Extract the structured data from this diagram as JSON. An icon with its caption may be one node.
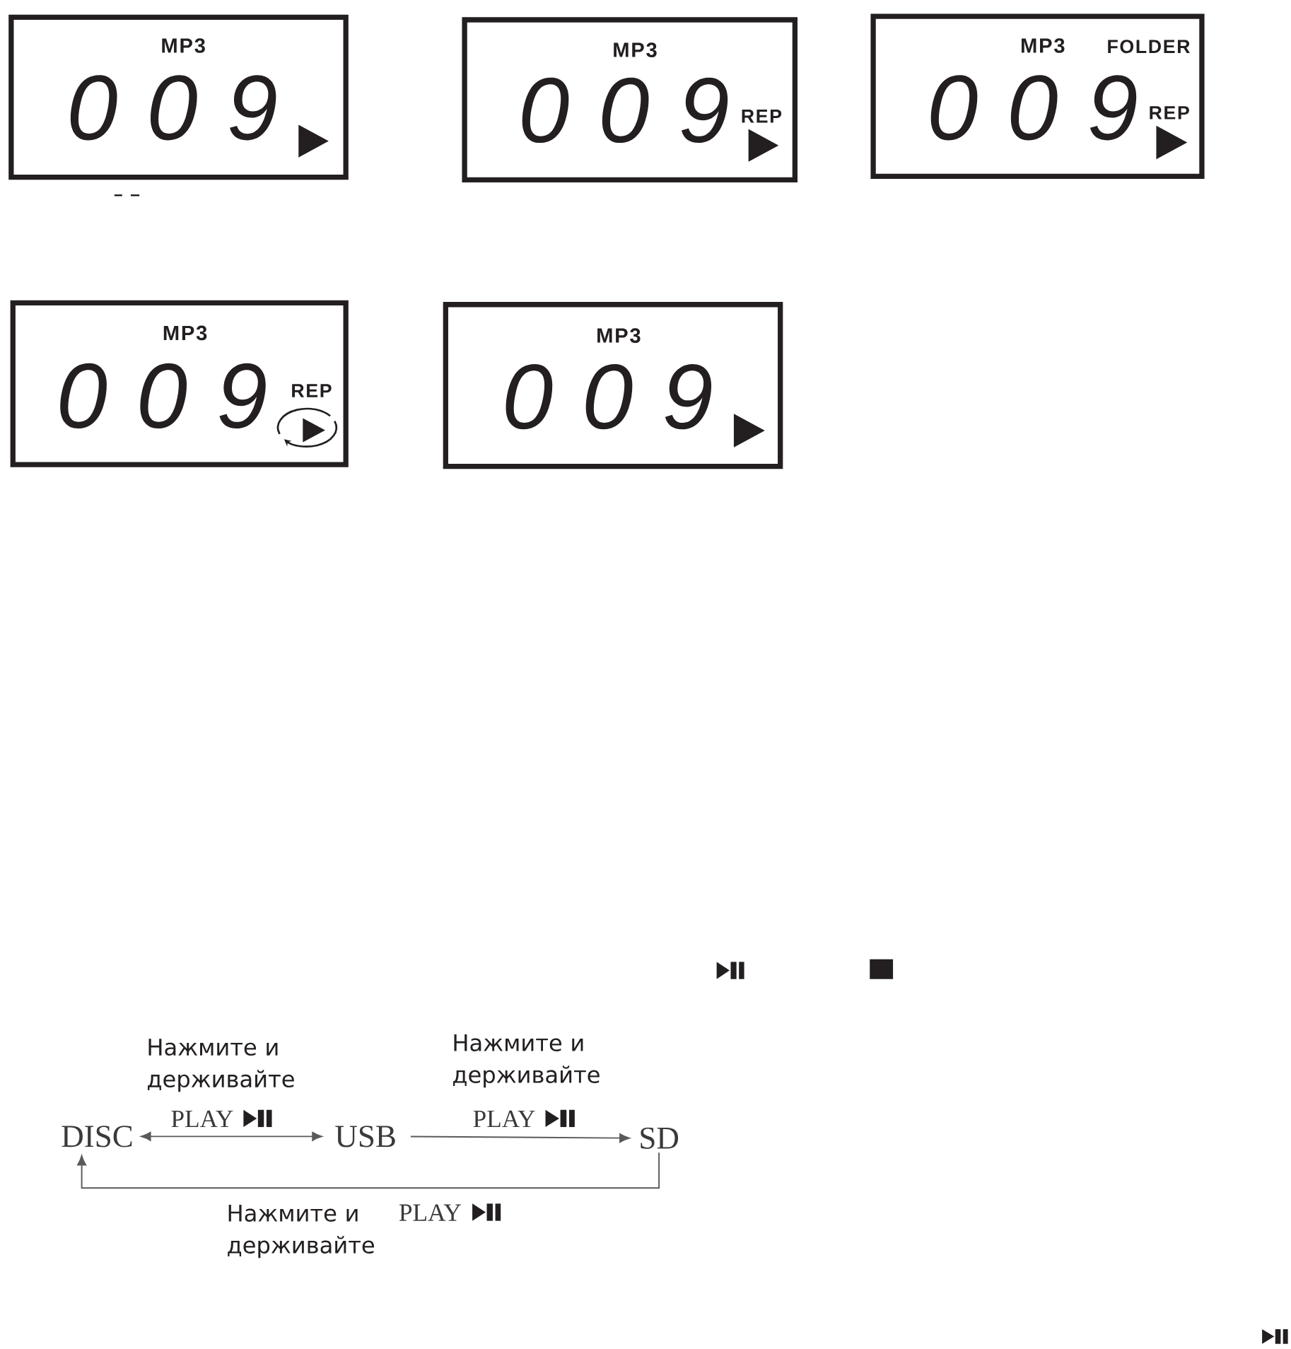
{
  "diagram": {
    "nodes": [
      {
        "text": [
          "MP3",
          "0 0 9"
        ]
      },
      {
        "text": [
          "MP3",
          "0 0 9",
          "REP"
        ]
      },
      {
        "text": [
          "MP3",
          "FOLDER",
          "0 0 9",
          "REP"
        ]
      },
      {
        "text": [
          "MP3",
          "0 0 9",
          "REP"
        ]
      },
      {
        "text": [
          "MP3",
          "0 0 9"
        ]
      },
      {
        "text": [
          "DISC"
        ]
      },
      {
        "text": [
          "USB"
        ]
      },
      {
        "text": [
          "SD"
        ]
      }
    ],
    "edges": [
      {
        "from": 5,
        "to": 6,
        "arrow": "both",
        "label": "PLAY"
      },
      {
        "from": 6,
        "to": 7,
        "arrow": "to",
        "label": "PLAY"
      },
      {
        "from": 7,
        "to": 5,
        "arrow": "to",
        "label": "PLAY"
      }
    ],
    "labels": [
      "Нажмите и держивайте",
      "Нажмите и держивайте",
      "Нажмите и держивайте"
    ]
  }
}
